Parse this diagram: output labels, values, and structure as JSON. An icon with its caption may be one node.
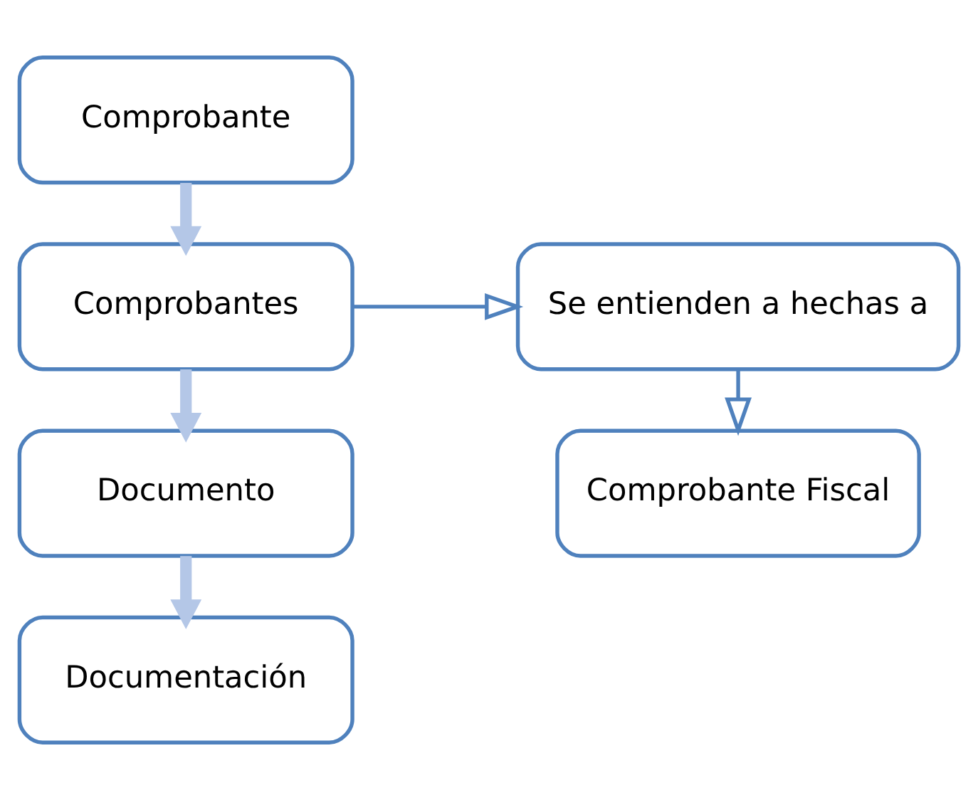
{
  "diagram": {
    "nodes": [
      {
        "text": [
          "Comprobante"
        ]
      },
      {
        "text": [
          "Comprobantes"
        ]
      },
      {
        "text": [
          "Documento"
        ]
      },
      {
        "text": [
          "Documentación"
        ]
      },
      {
        "text": [
          "Se entienden a hechas a"
        ]
      },
      {
        "text": [
          "Comprobante Fiscal"
        ]
      }
    ],
    "edges": [
      {
        "from": 0,
        "to": 1,
        "arrow": "to"
      },
      {
        "from": 1,
        "to": 2,
        "arrow": "to"
      },
      {
        "from": 2,
        "to": 3,
        "arrow": "to"
      },
      {
        "from": 1,
        "to": 4,
        "arrow": "to",
        "color": "#4f81bd"
      },
      {
        "from": 4,
        "to": 5,
        "arrow": "to",
        "color": "#4f81bd"
      }
    ]
  }
}
